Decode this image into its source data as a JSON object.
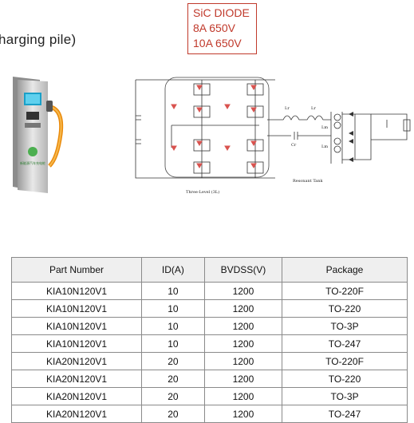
{
  "heading": "harging pile)",
  "callout": {
    "line1": "SiC DIODE",
    "line2": "8A  650V",
    "line3": "10A  650V"
  },
  "circuit": {
    "label_left": "Three-Level (3L)",
    "label_right": "Resonant Tank",
    "lr1": "Lr",
    "lr2": "Lr",
    "cr": "Cr",
    "lm1": "Lm",
    "lm2": "Lm"
  },
  "charger": {
    "sign_text": "新能源汽车充电桩"
  },
  "colors": {
    "sic_diode": "#d9534f",
    "callout_border": "#c0392b",
    "header_bg": "#efefef"
  },
  "table": {
    "headers": [
      "Part Number",
      "ID(A)",
      "BVDSS(V)",
      "Package"
    ],
    "rows": [
      [
        "KIA10N120V1",
        "10",
        "1200",
        "TO-220F"
      ],
      [
        "KIA10N120V1",
        "10",
        "1200",
        "TO-220"
      ],
      [
        "KIA10N120V1",
        "10",
        "1200",
        "TO-3P"
      ],
      [
        "KIA10N120V1",
        "10",
        "1200",
        "TO-247"
      ],
      [
        "KIA20N120V1",
        "20",
        "1200",
        "TO-220F"
      ],
      [
        "KIA20N120V1",
        "20",
        "1200",
        "TO-220"
      ],
      [
        "KIA20N120V1",
        "20",
        "1200",
        "TO-3P"
      ],
      [
        "KIA20N120V1",
        "20",
        "1200",
        "TO-247"
      ]
    ]
  }
}
